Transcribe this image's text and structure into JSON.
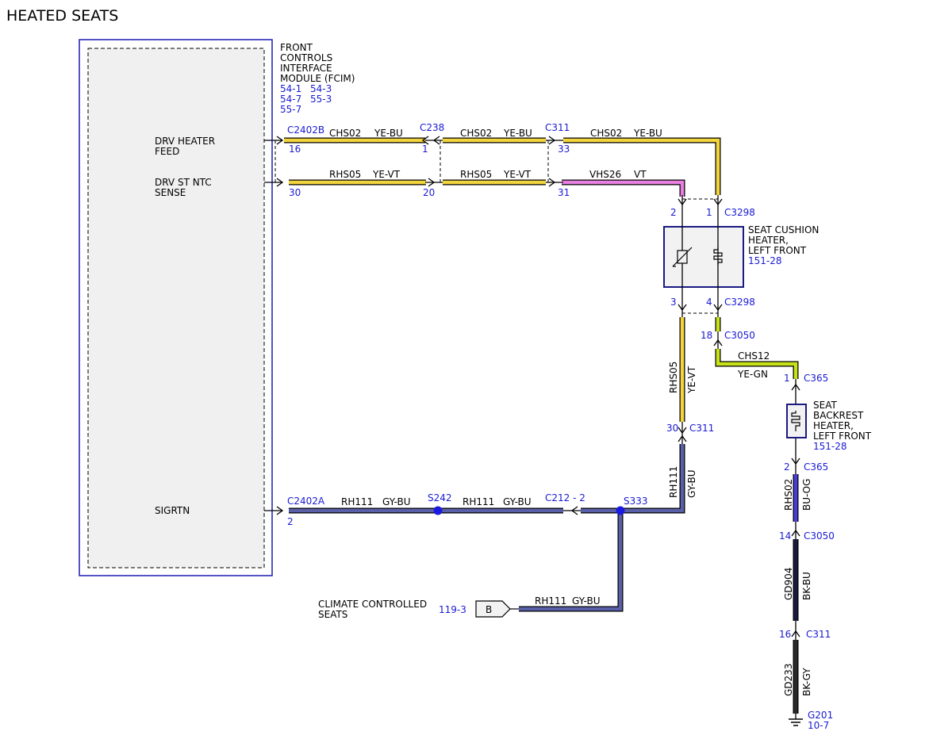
{
  "title": "HEATED SEATS",
  "colors": {
    "ye": "#f2d43c",
    "ye_gn": "#c8e21a",
    "vt": "#e880e0",
    "gy_bu": "#5a60a8",
    "bu_og": "#4a3ed8",
    "bk": "#1a1a40",
    "module_border": "#1a1ab0",
    "component_border": "#1a1a80",
    "label_blue": "#1a1ad4"
  },
  "module": {
    "name_lines": [
      "FRONT",
      "CONTROLS",
      "INTERFACE",
      "MODULE (FCIM)"
    ],
    "refs": [
      "54-1",
      "54-3",
      "54-7",
      "55-3",
      "55-7"
    ],
    "pins": {
      "drv_heater_feed": [
        "DRV HEATER",
        "FEED"
      ],
      "drv_st_ntc_sense": [
        "DRV ST NTC",
        "SENSE"
      ],
      "sigrtn": "SIGRTN"
    }
  },
  "connectors": {
    "c2402b": "C2402B",
    "c2402b_p16": "16",
    "c2402b_p30": "30",
    "c238": "C238",
    "c238_p1": "1",
    "c238_p20": "20",
    "c311_top": "C311",
    "c311_p33": "33",
    "c311_p31": "31",
    "c3298_top": "C3298",
    "c3298_p1": "1",
    "c3298_p2": "2",
    "c3298_bot": "C3298",
    "c3298_p3": "3",
    "c3298_p4": "4",
    "c3050_a": "C3050",
    "c3050_p18": "18",
    "c365_a": "C365",
    "c365_p1": "1",
    "c365_b": "C365",
    "c365_p2": "2",
    "c3050_b": "C3050",
    "c3050_p14": "14",
    "c311_b": "C311",
    "c311_p16": "16",
    "c311_mid": "C311",
    "c311_p30": "30",
    "c2402a": "C2402A",
    "c2402a_p2": "2",
    "s242": "S242",
    "c212": "C212 - 2",
    "s333": "S333"
  },
  "wires": {
    "chs02_a": "CHS02",
    "yebu_a": "YE-BU",
    "chs02_b": "CHS02",
    "yebu_b": "YE-BU",
    "chs02_c": "CHS02",
    "yebu_c": "YE-BU",
    "rhs05_a": "RHS05",
    "yevt_a": "YE-VT",
    "rhs05_b": "RHS05",
    "yevt_b": "YE-VT",
    "vhs26": "VHS26",
    "vt": "VT",
    "rhs05_v": "RHS05",
    "yevt_v": "YE-VT",
    "chs12": "CHS12",
    "yegn": "YE-GN",
    "rhs02": "RHS02",
    "buog": "BU-OG",
    "gd904": "GD904",
    "bkbu": "BK-BU",
    "gd233": "GD233",
    "bkgy": "BK-GY",
    "rh111_v": "RH111",
    "gybu_v": "GY-BU",
    "rh111_a": "RH111",
    "gybu_a": "GY-BU",
    "rh111_b": "RH111",
    "gybu_b": "GY-BU",
    "rh111_c": "RH111",
    "gybu_c": "GY-BU"
  },
  "components": {
    "seat_cushion": {
      "lines": [
        "SEAT CUSHION",
        "HEATER,",
        "LEFT FRONT"
      ],
      "ref": "151-28"
    },
    "seat_backrest": {
      "lines": [
        "SEAT",
        "BACKREST",
        "HEATER,",
        "LEFT FRONT"
      ],
      "ref": "151-28"
    }
  },
  "ground": {
    "name": "G201",
    "ref": "10-7"
  },
  "climate": {
    "lines": [
      "CLIMATE CONTROLLED",
      "SEATS"
    ],
    "ref": "119-3",
    "tag": "B"
  }
}
